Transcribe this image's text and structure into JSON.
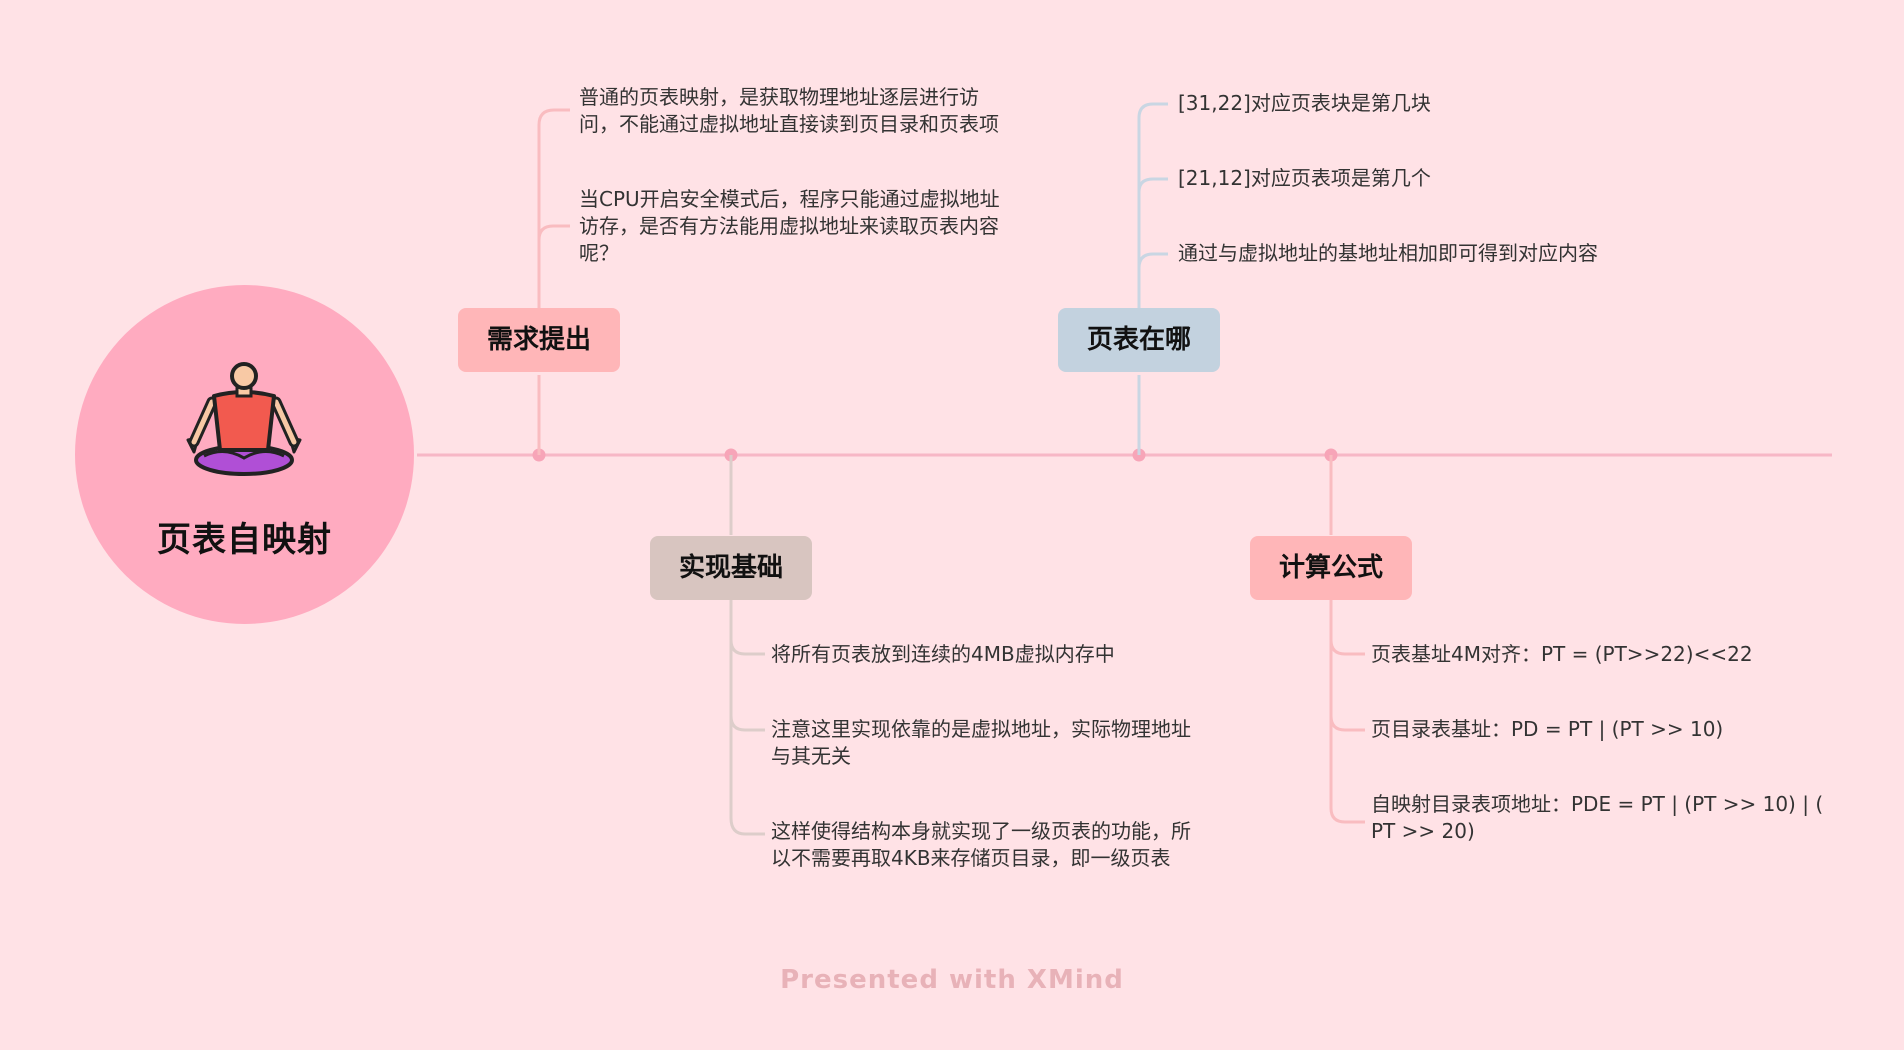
{
  "center": {
    "title": "页表自映射",
    "icon": "person-meditating-icon"
  },
  "colors": {
    "background": "#ffe2e6",
    "center": "#ffabc0",
    "main_line": "#f7b7c6",
    "topic_need": "#ffb6b8",
    "topic_where": "#c3d2df",
    "topic_basis": "#d8c5c0",
    "topic_formula": "#ffb6b8"
  },
  "topics": {
    "need": {
      "label": "需求提出",
      "items": [
        [
          "普通的页表映射，是获取物理地址逐层进行访",
          "问，不能通过虚拟地址直接读到页目录和页表项"
        ],
        [
          "当CPU开启安全模式后，程序只能通过虚拟地址",
          "访存，是否有方法能用虚拟地址来读取页表内容",
          "呢？"
        ]
      ]
    },
    "where": {
      "label": "页表在哪",
      "items": [
        [
          "[31,22]对应页表块是第几块"
        ],
        [
          "[21,12]对应页表项是第几个"
        ],
        [
          "通过与虚拟地址的基地址相加即可得到对应内容"
        ]
      ]
    },
    "basis": {
      "label": "实现基础",
      "items": [
        [
          "将所有页表放到连续的4MB虚拟内存中"
        ],
        [
          "注意这里实现依靠的是虚拟地址，实际物理地址",
          "与其无关"
        ],
        [
          "这样使得结构本身就实现了一级页表的功能，所",
          "以不需要再取4KB来存储页目录，即一级页表"
        ]
      ]
    },
    "formula": {
      "label": "计算公式",
      "items": [
        [
          "页表基址4M对齐：PT = (PT>>22)<<22"
        ],
        [
          "页目录表基址：PD = PT | (PT >> 10)"
        ],
        [
          "自映射目录表项地址：PDE = PT | (PT >> 10) | (",
          "PT >> 20)"
        ]
      ]
    }
  },
  "footer": "Presented with XMind"
}
